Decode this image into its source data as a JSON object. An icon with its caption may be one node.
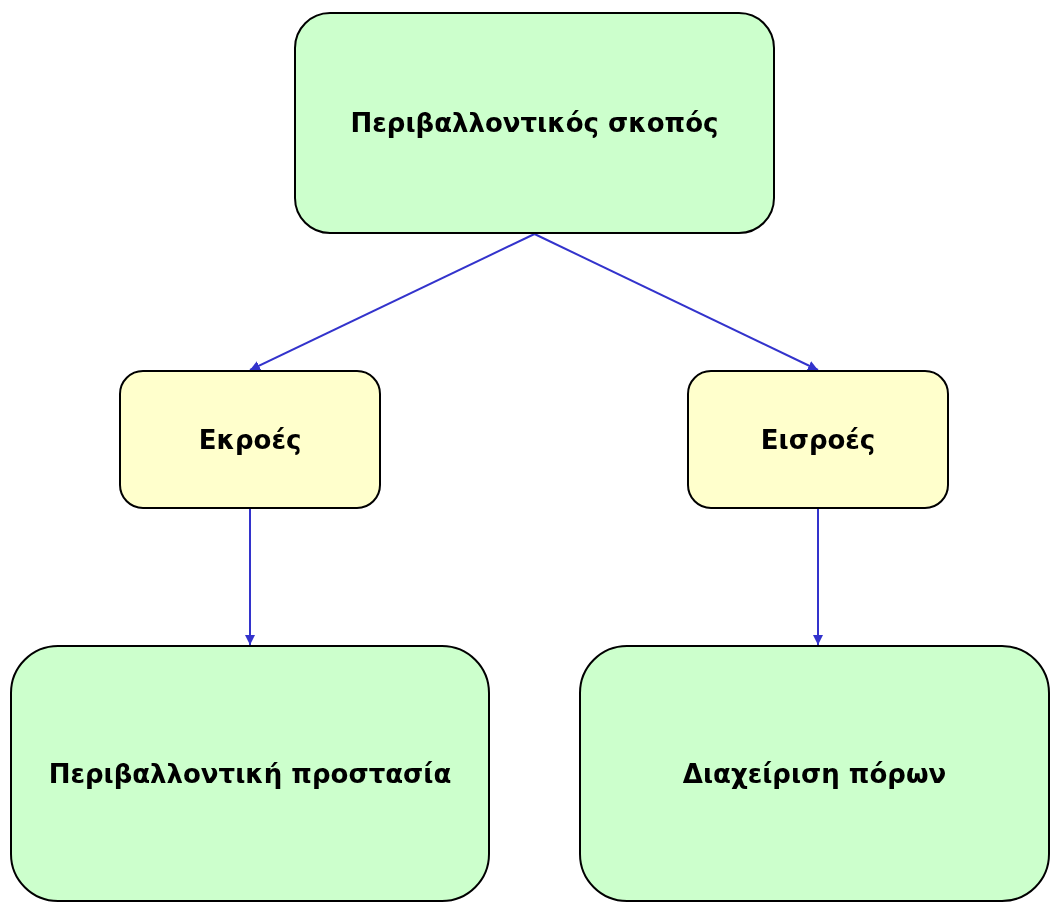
{
  "diagram": {
    "nodes": [
      {
        "text": [
          "Περιβαλλοντικός σκοπός"
        ]
      },
      {
        "text": [
          "Εκροές"
        ]
      },
      {
        "text": [
          "Εισροές"
        ]
      },
      {
        "text": [
          "Περιβαλλοντική προστασία"
        ]
      },
      {
        "text": [
          "Διαχείριση πόρων"
        ]
      }
    ],
    "edges": [
      {
        "from": 0,
        "to": 1,
        "arrow": "to"
      },
      {
        "from": 0,
        "to": 2,
        "arrow": "to"
      },
      {
        "from": 1,
        "to": 3,
        "arrow": "to"
      },
      {
        "from": 2,
        "to": 4,
        "arrow": "to"
      }
    ]
  }
}
